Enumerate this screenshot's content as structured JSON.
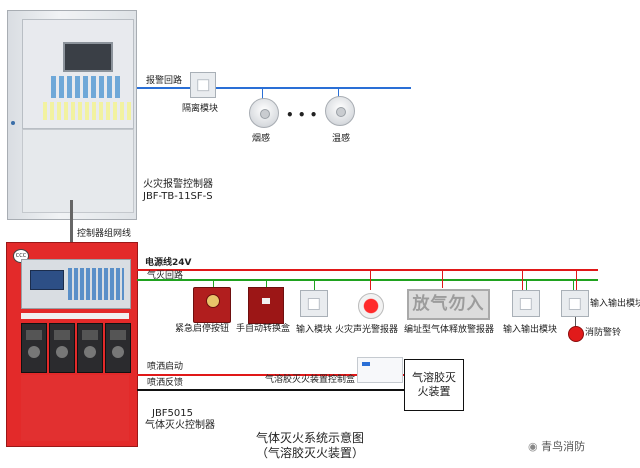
{
  "top_controller": {
    "name_line1": "火灾报警控制器",
    "name_line2": "JBF-TB-11SF-S"
  },
  "alarm_loop": {
    "label": "报警回路",
    "isolation_module": "隔离模块",
    "smoke_detector": "烟感",
    "heat_detector": "温感",
    "ellipsis": "• • •"
  },
  "network_label": "控制器组网线",
  "bus": {
    "power_label": "电源线24V",
    "gas_loop_label": "气灭回路",
    "power_color": "#e01818",
    "loop_color": "#1fa21f"
  },
  "devices": {
    "emergency_stop": "紧急启停按钮",
    "manual_auto": "手自动转换盒",
    "input_module": "输入模块",
    "sound_light_alarm": "火灾声光警报器",
    "release_sign_label": "编址型气体释放警报器",
    "release_sign_text": "放气勿入",
    "io_module_1": "输入输出模块",
    "io_module_2": "输入输出模块",
    "fire_bell": "消防警铃"
  },
  "spray": {
    "start_label": "喷洒启动",
    "feedback_label": "喷洒反馈",
    "aerosol_controller": "气溶胶灭火装置控制盒",
    "aerosol_device": "气溶胶灭火装置"
  },
  "bottom_controller": {
    "model": "JBF5015",
    "name": "气体灭火控制器"
  },
  "title": {
    "line1": "气体灭火系统示意图",
    "line2": "（气溶胶灭火装置）"
  },
  "watermark": "青鸟消防",
  "ccc_mark": "CCC"
}
